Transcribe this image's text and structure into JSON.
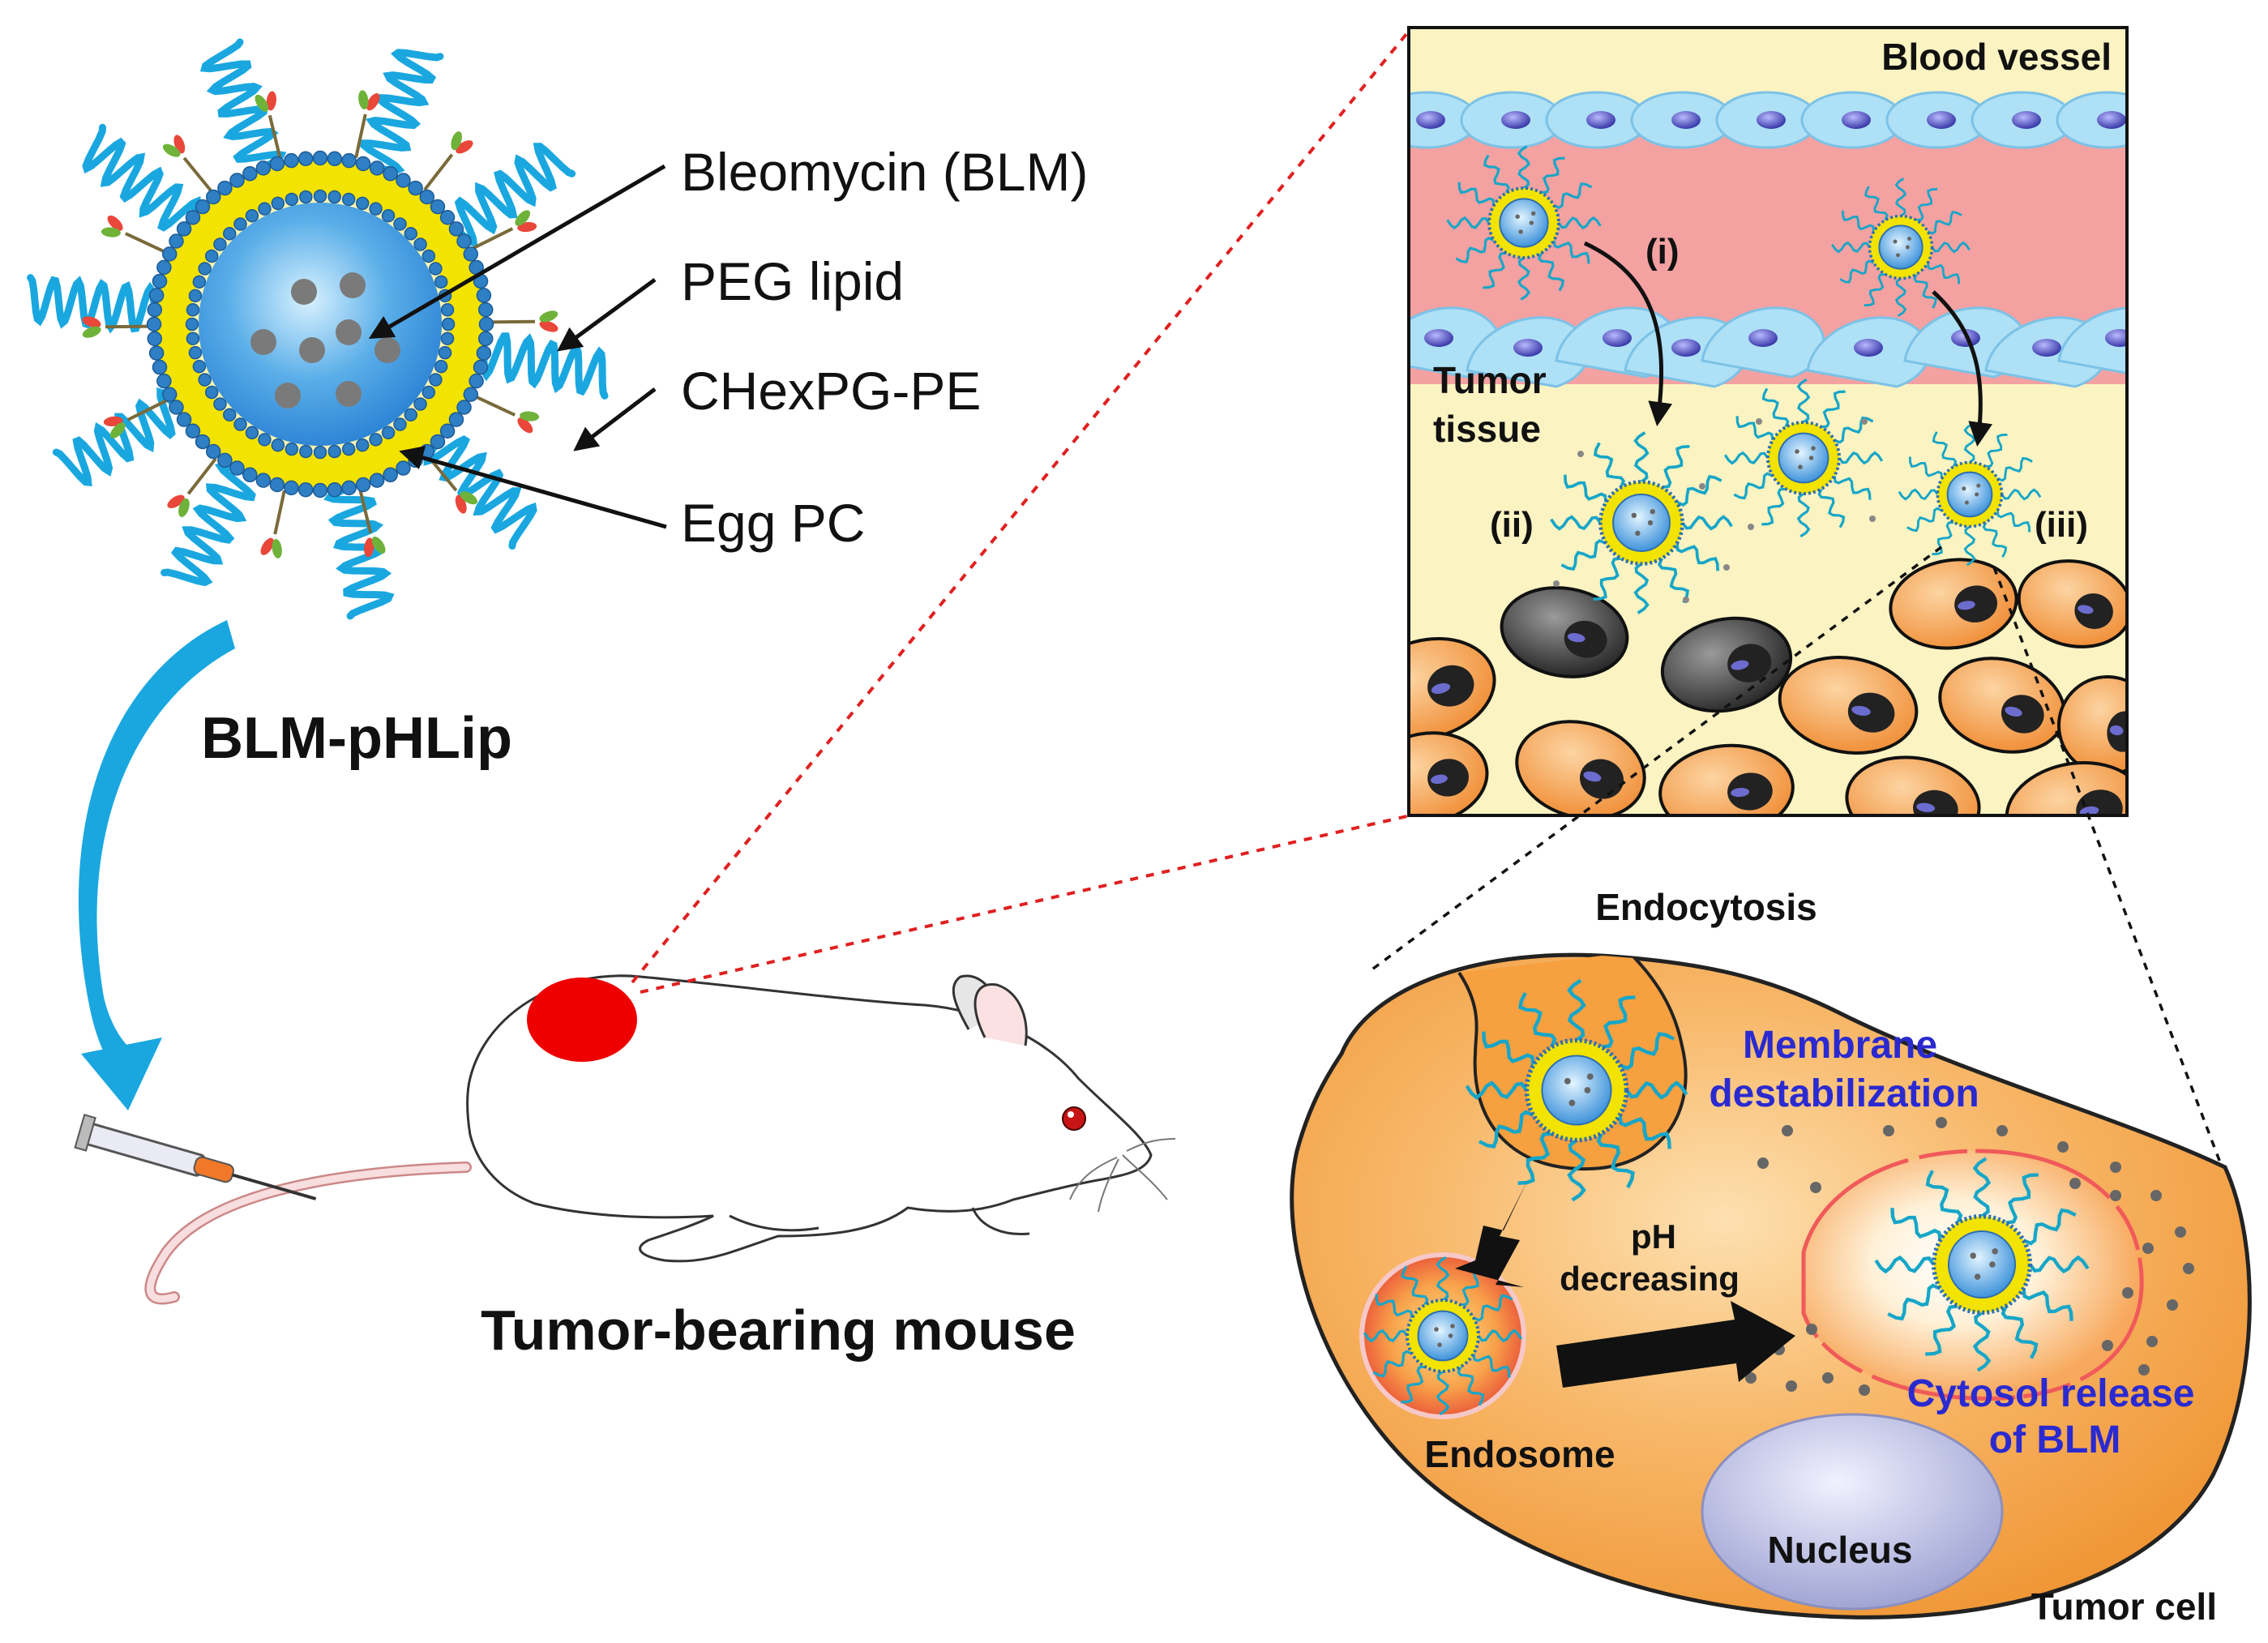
{
  "liposome": {
    "name": "BLM-pHLip",
    "components": [
      "Bleomycin (BLM)",
      "PEG lipid",
      "CHexPG-PE",
      "Egg PC"
    ]
  },
  "mouse": {
    "label": "Tumor-bearing mouse"
  },
  "tissue_panel": {
    "blood_vessel": "Blood vessel",
    "tumor_tissue_line1": "Tumor",
    "tumor_tissue_line2": "tissue",
    "step_i": "(i)",
    "step_ii": "(ii)",
    "step_iii": "(iii)"
  },
  "cell_panel": {
    "endocytosis": "Endocytosis",
    "membrane_line1": "Membrane",
    "membrane_line2": "destabilization",
    "ph_line1": "pH",
    "ph_line2": "decreasing",
    "endosome": "Endosome",
    "cytosol_line1": "Cytosol release",
    "cytosol_line2": "of BLM",
    "nucleus": "Nucleus",
    "tumor_cell": "Tumor cell"
  },
  "colors": {
    "peg_blue": "#1aa7e0",
    "lipid_yellow": "#f3e300",
    "core_blue": "#5aaee8",
    "tumor_red": "#ee0000",
    "vessel_pink": "#f3a1a1",
    "tissue_cream": "#fbf3c2",
    "cell_orange": "#f4a24a",
    "label_blue": "#2a2ad0"
  }
}
